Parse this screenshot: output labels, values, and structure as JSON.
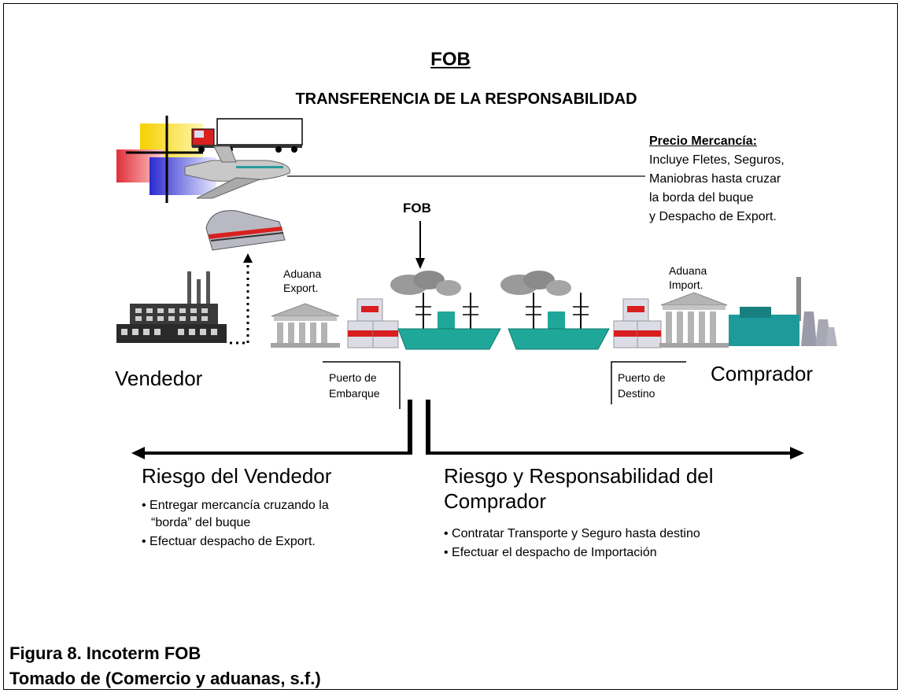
{
  "diagram": {
    "title": "FOB",
    "subtitle": "TRANSFERENCIA DE LA RESPONSABILIDAD",
    "transfer_point_label": "FOB",
    "price_box": {
      "heading": "Precio Mercancía:",
      "lines": [
        "Incluye Fletes, Seguros,",
        "Maniobras hasta cruzar",
        "la borda del buque",
        "y Despacho de Export."
      ]
    },
    "customs_export": [
      "Aduana",
      "Export."
    ],
    "customs_import": [
      "Aduana",
      "Import."
    ],
    "port_origin": [
      "Puerto de",
      "Embarque"
    ],
    "port_destination": [
      "Puerto de",
      "Destino"
    ],
    "seller": "Vendedor",
    "buyer": "Comprador",
    "seller_risk": {
      "heading": "Riesgo del Vendedor",
      "bullets": [
        "Entregar mercancía cruzando la",
        "“borda” del buque",
        "Efectuar despacho de Export."
      ]
    },
    "buyer_risk": {
      "heading_lines": [
        "Riesgo y Responsabilidad del",
        "Comprador"
      ],
      "bullets": [
        "Contratar Transporte y Seguro hasta destino",
        "Efectuar el despacho de Importación"
      ]
    },
    "colors": {
      "ship": "#1fa89a",
      "crate_red": "#d81e1e",
      "crate_gray": "#dcdce6",
      "building": "#b4b4b4",
      "factory": "#3a3a3a",
      "plant": "#1e9a9a",
      "smoke": "#9a9a9a"
    }
  },
  "caption": {
    "figure": "Figura 8. Incoterm FOB",
    "source": "Tomado de (Comercio y aduanas, s.f.)"
  }
}
